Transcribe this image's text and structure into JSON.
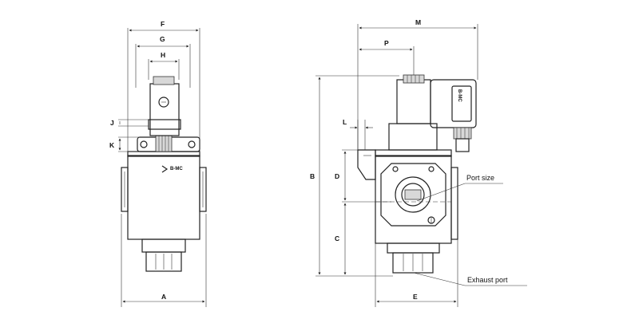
{
  "dimensions": {
    "A": "A",
    "B": "B",
    "C": "C",
    "D": "D",
    "E": "E",
    "F": "F",
    "G": "G",
    "H": "H",
    "J": "J",
    "K": "K",
    "L": "L",
    "M": "M",
    "P": "P"
  },
  "callouts": {
    "port_size": "Port size",
    "exhaust_port": "Exhaust port"
  },
  "logo": {
    "front": "B-MC",
    "coil": "B-MC"
  }
}
